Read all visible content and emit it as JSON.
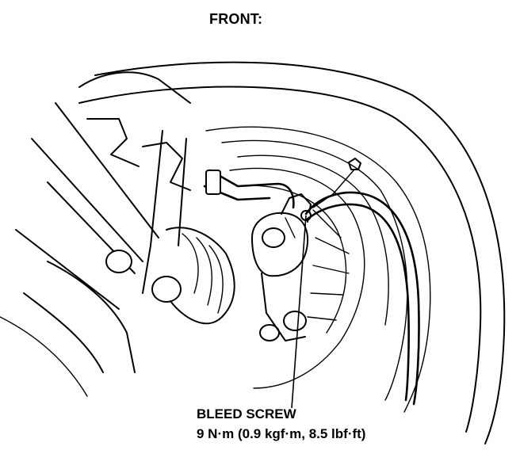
{
  "diagram": {
    "direction_label": "FRONT:",
    "callout": {
      "title": "BLEED SCREW",
      "torque_spec": "9 N·m (0.9 kgf·m, 8.5 lbf·ft)"
    }
  }
}
